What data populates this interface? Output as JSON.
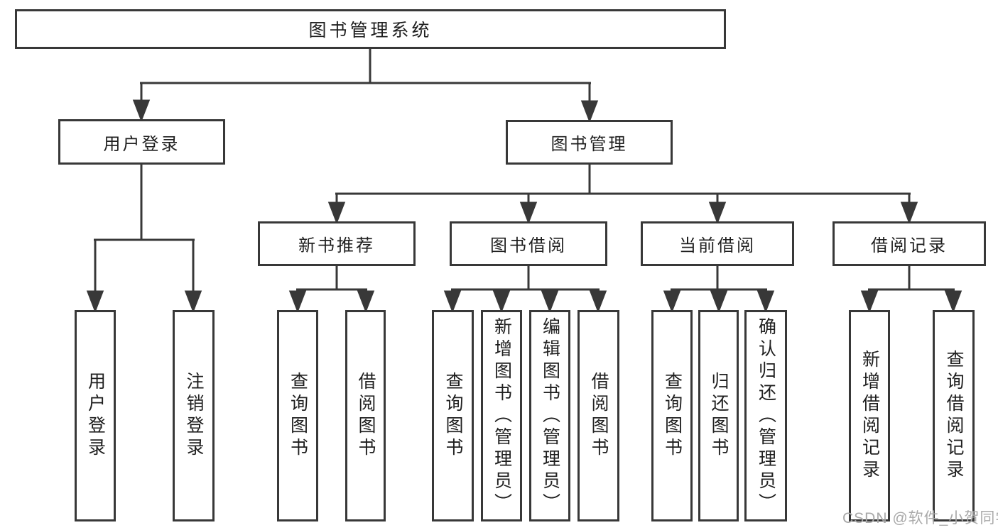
{
  "diagram": {
    "tree": {
      "label": "图书管理系统",
      "children": [
        {
          "label": "用户登录",
          "children": [
            {
              "label": "用户登录"
            },
            {
              "label": "注销登录"
            }
          ]
        },
        {
          "label": "图书管理",
          "children": [
            {
              "label": "新书推荐",
              "children": [
                {
                  "label": "查询图书"
                },
                {
                  "label": "借阅图书"
                }
              ]
            },
            {
              "label": "图书借阅",
              "children": [
                {
                  "label": "查询图书"
                },
                {
                  "label": "新增图书（管理员）"
                },
                {
                  "label": "编辑图书（管理员）"
                },
                {
                  "label": "借阅图书"
                }
              ]
            },
            {
              "label": "当前借阅",
              "children": [
                {
                  "label": "查询图书"
                },
                {
                  "label": "归还图书"
                },
                {
                  "label": "确认归还（管理员）"
                }
              ]
            },
            {
              "label": "借阅记录",
              "children": [
                {
                  "label": "新增借阅记录"
                },
                {
                  "label": "查询借阅记录"
                }
              ]
            }
          ]
        }
      ]
    },
    "watermark": "CSDN @软件_小贺同学",
    "colors": {
      "line": "#383838",
      "text": "#1f1f1f",
      "watermark": "#a9a9a9",
      "background": "#ffffff"
    }
  }
}
